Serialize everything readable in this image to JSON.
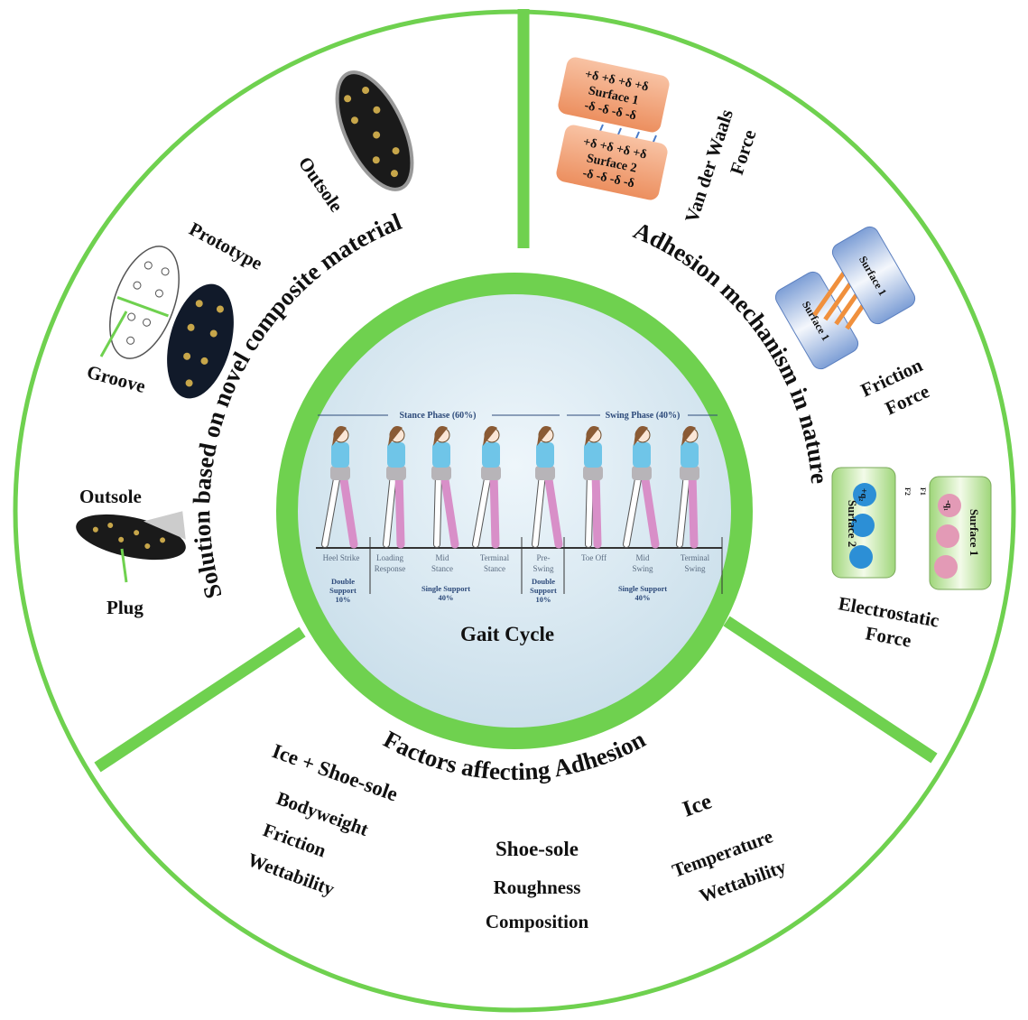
{
  "sections": {
    "left_title": "Solution based on novel composite material",
    "right_title": "Adhesion mechanism in nature",
    "bottom_title": "Factors affecting Adhesion",
    "center_title": "Gait Cycle"
  },
  "left_labels": {
    "outsole_top": "Outsole",
    "prototype": "Prototype",
    "groove": "Groove",
    "outsole_bottom": "Outsole",
    "plug": "Plug"
  },
  "right_labels": {
    "vdw_1": "Van der Waals",
    "vdw_2": "Force",
    "friction_1": "Friction",
    "friction_2": "Force",
    "electro_1": "Electrostatic",
    "electro_2": "Force",
    "surface1": "Surface 1",
    "surface2": "Surface 2",
    "plus_row": "+δ +δ +δ +δ",
    "minus_row": "-δ -δ -δ -δ",
    "plus_q": "+q₂",
    "minus_q": "-q₁",
    "f1": "F1",
    "f2": "F2"
  },
  "factors": {
    "ice_shoe": {
      "heading": "Ice + Shoe-sole",
      "items": [
        "Bodyweight",
        "Friction",
        "Wettability"
      ]
    },
    "shoe": {
      "heading": "Shoe-sole",
      "items": [
        "Roughness",
        "Composition"
      ]
    },
    "ice": {
      "heading": "Ice",
      "items": [
        "Temperature",
        "Wettability"
      ]
    }
  },
  "gait": {
    "stance_phase": "Stance Phase (60%)",
    "swing_phase": "Swing Phase (40%)",
    "stages": [
      [
        "Heel Strike"
      ],
      [
        "Loading",
        "Response"
      ],
      [
        "Mid",
        "Stance"
      ],
      [
        "Terminal",
        "Stance"
      ],
      [
        "Pre-",
        "Swing"
      ],
      [
        "Toe Off"
      ],
      [
        "Mid",
        "Swing"
      ],
      [
        "Terminal",
        "Swing"
      ]
    ],
    "supports": [
      [
        "Double",
        "Support",
        "10%"
      ],
      [
        "Single Support",
        "40%"
      ],
      [
        "Double",
        "Support",
        "10%"
      ],
      [
        "Single Support",
        "40%"
      ]
    ]
  },
  "colors": {
    "green": "#6fd14f",
    "orange": "#f2a27a",
    "blue_surface": "#8aa6d6",
    "torso": "#6fc5e8",
    "leg": "#d88fc8"
  }
}
